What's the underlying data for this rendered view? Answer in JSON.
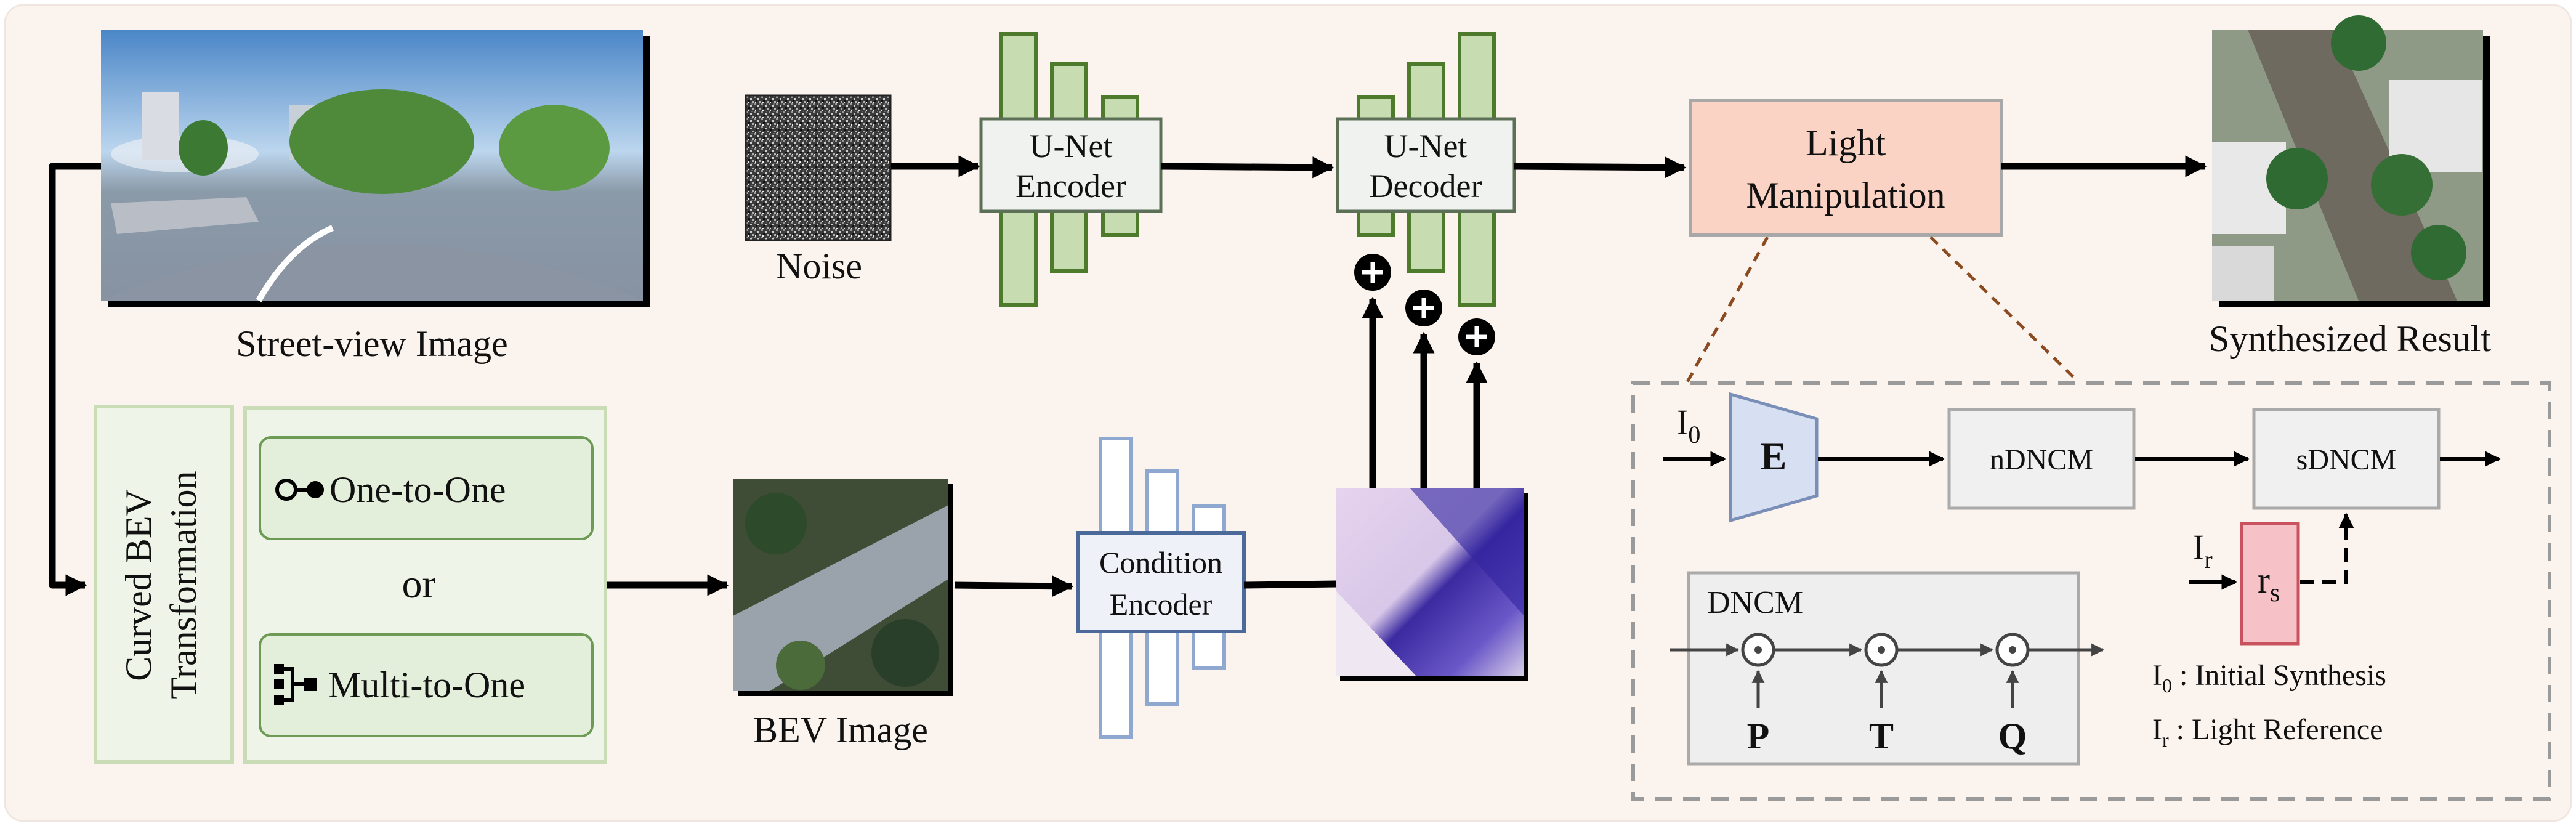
{
  "labels": {
    "street_view": "Street-view Image",
    "noise": "Noise",
    "unet_encoder": [
      "U-Net",
      "Encoder"
    ],
    "unet_decoder": [
      "U-Net",
      "Decoder"
    ],
    "light_manipulation": [
      "Light",
      "Manipulation"
    ],
    "synthesized": "Synthesized Result",
    "curved_bev": [
      "Curved BEV",
      "Transformation"
    ],
    "one_to_one": "One-to-One",
    "or": "or",
    "multi_to_one": "Multi-to-One",
    "bev_image": "BEV Image",
    "condition_encoder": [
      "Condition",
      "Encoder"
    ],
    "i0_input": "I",
    "i0_sub": "0",
    "e_block": "E",
    "ndncm": "nDNCM",
    "sdncm": "sDNCM",
    "ir_input": "I",
    "ir_sub": "r",
    "rs_block": "r",
    "rs_sub": "s",
    "dncm_title": "DNCM",
    "p": "P",
    "t": "T",
    "q": "Q",
    "legend_i0_sym": "I",
    "legend_i0_sub": "0",
    "legend_i0_text": " : Initial Synthesis",
    "legend_ir_sym": "I",
    "legend_ir_sub": "r",
    "legend_ir_text": " : Light Reference"
  },
  "colors": {
    "background": "#fbf3ee",
    "unet_bar_fill": "#c8dcb1",
    "unet_bar_stroke": "#4e7a2b",
    "cond_bar_stroke": "#8fa8cf",
    "light_fill": "#fbd3c5",
    "e_fill": "#d7dff2",
    "rs_fill": "#f6c2c7",
    "rs_stroke": "#c9525f",
    "panel_fill": "#eef4e8",
    "panel_stroke": "#c9dcb5",
    "p_color": "#b8860b",
    "t_color": "#8a78c2",
    "q_color": "#6c9bd6"
  },
  "icons": [
    "one-to-one-icon",
    "multi-to-one-icon",
    "plus-circle-icon",
    "dot-circle-icon"
  ]
}
